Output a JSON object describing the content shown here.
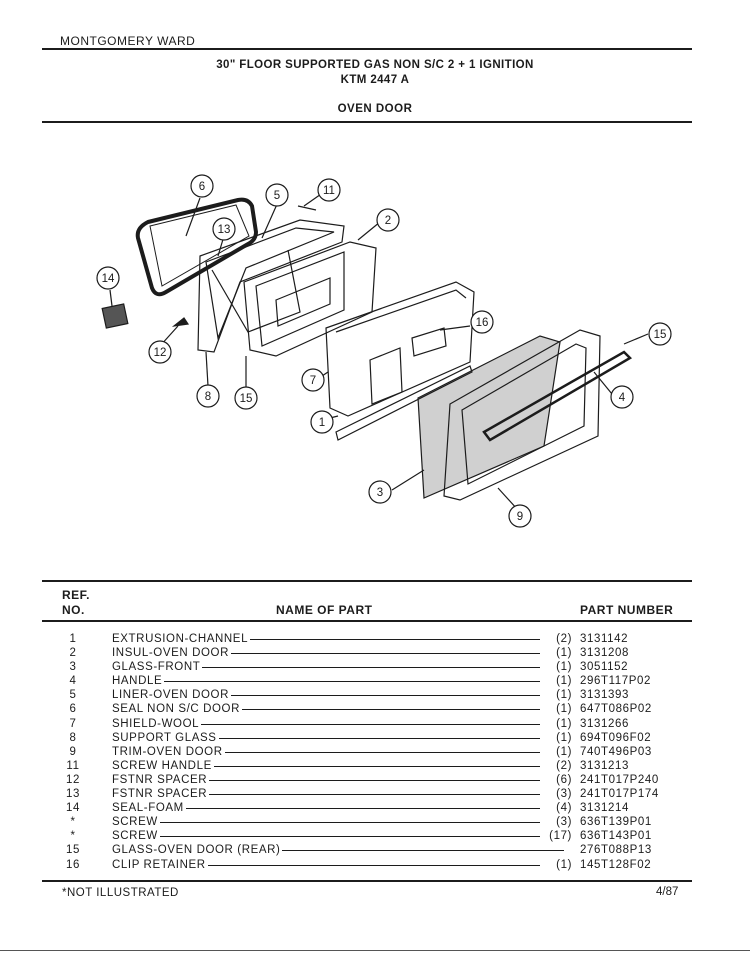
{
  "header": {
    "brand": "MONTGOMERY WARD",
    "title": "30\" FLOOR SUPPORTED GAS NON S/C 2 + 1 IGNITION",
    "model": "KTM 2447 A",
    "section": "OVEN DOOR"
  },
  "diagram": {
    "callouts": [
      "6",
      "5",
      "11",
      "13",
      "2",
      "14",
      "16",
      "15",
      "12",
      "7",
      "4",
      "8",
      "15",
      "1",
      "3",
      "9"
    ]
  },
  "table": {
    "col_ref_1": "REF.",
    "col_ref_2": "NO.",
    "col_name": "NAME OF PART",
    "col_part": "PART NUMBER",
    "rows": [
      {
        "ref": "1",
        "name": "EXTRUSION-CHANNEL",
        "qty": "(2)",
        "part": "3131142"
      },
      {
        "ref": "2",
        "name": "INSUL-OVEN DOOR",
        "qty": "(1)",
        "part": "3131208"
      },
      {
        "ref": "3",
        "name": "GLASS-FRONT",
        "qty": "(1)",
        "part": "3051152"
      },
      {
        "ref": "4",
        "name": "HANDLE",
        "qty": "(1)",
        "part": "296T117P02"
      },
      {
        "ref": "5",
        "name": "LINER-OVEN DOOR",
        "qty": "(1)",
        "part": "3131393"
      },
      {
        "ref": "6",
        "name": "SEAL NON S/C DOOR",
        "qty": "(1)",
        "part": "647T086P02"
      },
      {
        "ref": "7",
        "name": "SHIELD-WOOL",
        "qty": "(1)",
        "part": "3131266"
      },
      {
        "ref": "8",
        "name": "SUPPORT GLASS",
        "qty": "(1)",
        "part": "694T096F02"
      },
      {
        "ref": "9",
        "name": "TRIM-OVEN DOOR",
        "qty": "(1)",
        "part": "740T496P03"
      },
      {
        "ref": "11",
        "name": "SCREW HANDLE",
        "qty": "(2)",
        "part": "3131213"
      },
      {
        "ref": "12",
        "name": "FSTNR SPACER",
        "qty": "(6)",
        "part": "241T017P240"
      },
      {
        "ref": "13",
        "name": "FSTNR SPACER",
        "qty": "(3)",
        "part": "241T017P174"
      },
      {
        "ref": "14",
        "name": "SEAL-FOAM",
        "qty": "(4)",
        "part": "3131214"
      },
      {
        "ref": "*",
        "name": "SCREW",
        "qty": "(3)",
        "part": "636T139P01"
      },
      {
        "ref": "*",
        "name": "SCREW",
        "qty": "(17)",
        "part": "636T143P01"
      },
      {
        "ref": "15",
        "name": "GLASS-OVEN DOOR (REAR)",
        "qty": "",
        "part": "276T088P13"
      },
      {
        "ref": "16",
        "name": "CLIP RETAINER",
        "qty": "(1)",
        "part": "145T128F02"
      }
    ]
  },
  "footer": {
    "note": "*NOT ILLUSTRATED",
    "date": "4/87"
  }
}
